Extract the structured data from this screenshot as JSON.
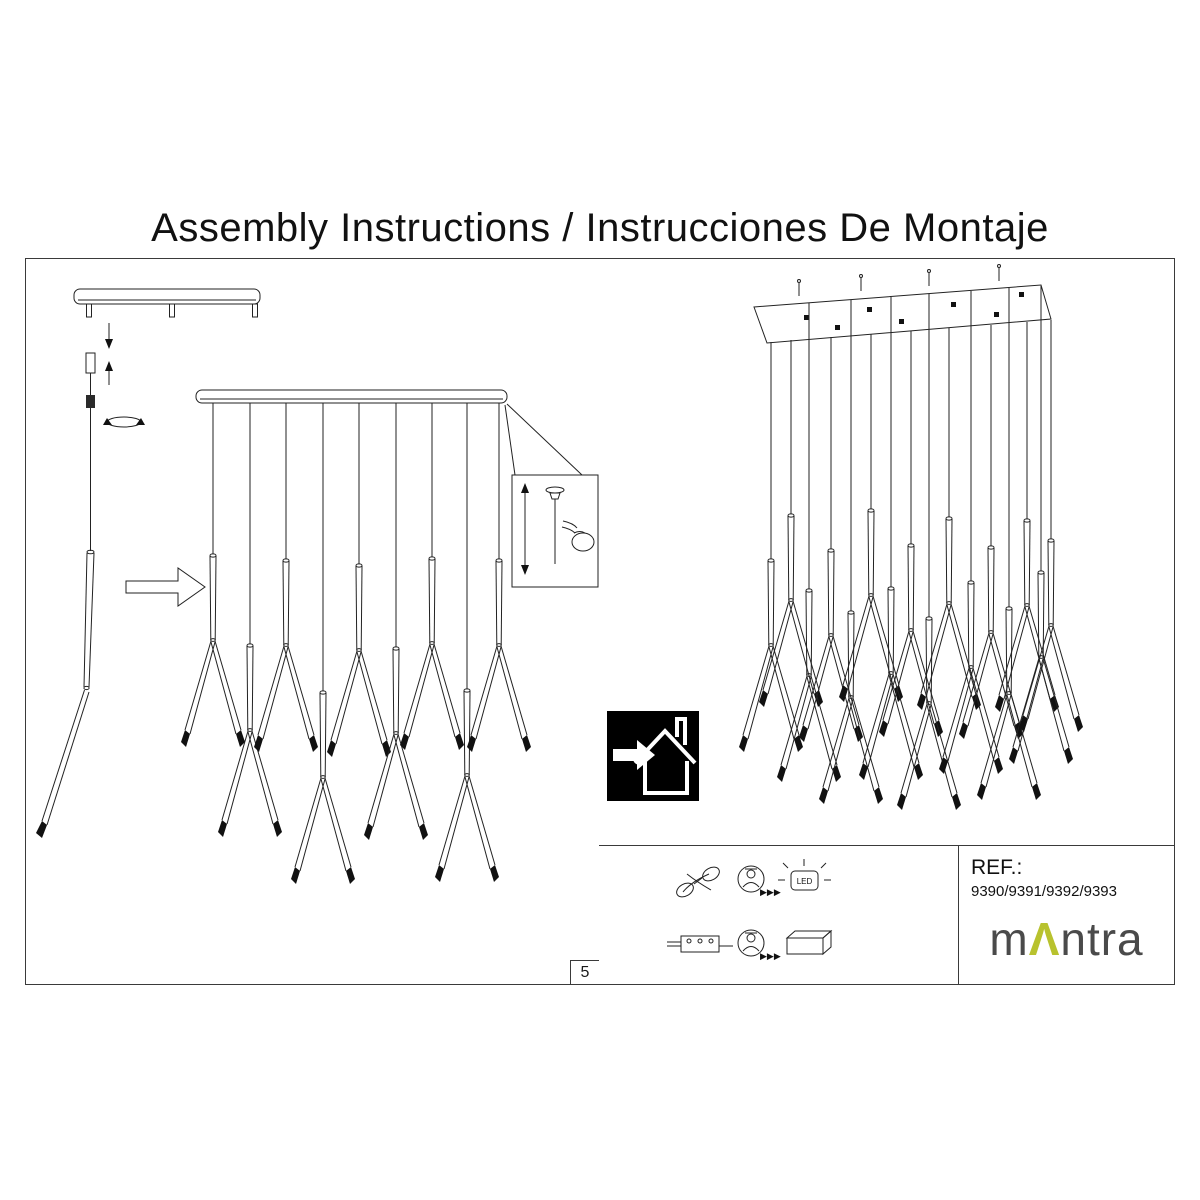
{
  "page": {
    "title": "Assembly Instructions / Instrucciones De Montaje",
    "page_number": "5"
  },
  "ref_box": {
    "label": "REF.:",
    "codes": "9390/9391/9392/9393"
  },
  "brand": {
    "pre": "m",
    "caret": "Λ",
    "post": "ntra",
    "caret_color": "#b8c22e",
    "text_color": "#4a4a4a"
  },
  "icons": {
    "led_label": "LED",
    "play_arrows": "▶▶▶"
  }
}
